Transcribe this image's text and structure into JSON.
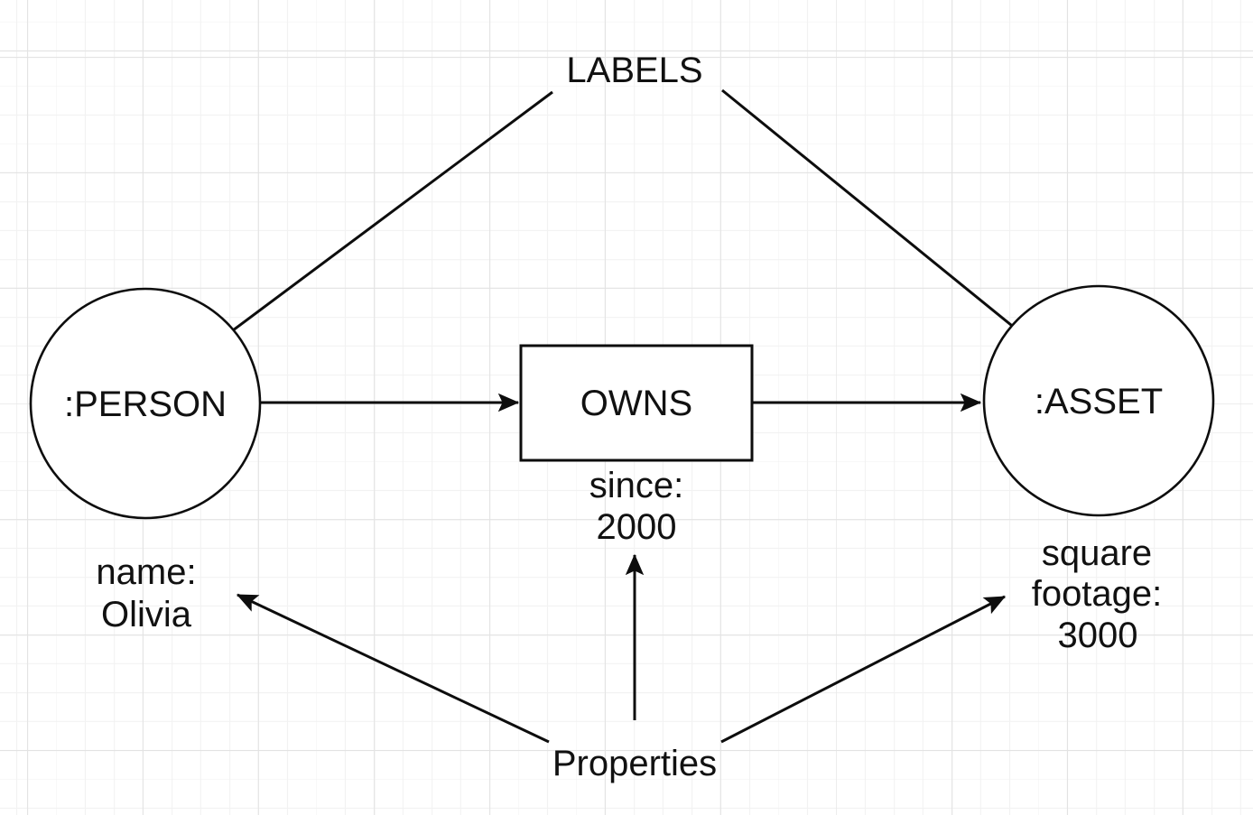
{
  "canvas": {
    "background_color": "#ffffff",
    "grid_minor_color": "#f2f2f2",
    "grid_major_color": "#e3e3e3",
    "stroke_color": "#0d0d0d"
  },
  "annotations": {
    "labels_title": "LABELS",
    "properties_title": "Properties"
  },
  "nodes": {
    "person": {
      "label": ":PERSON"
    },
    "asset": {
      "label": ":ASSET"
    }
  },
  "edge": {
    "label": "OWNS"
  },
  "properties": {
    "edge": {
      "line1": "since:",
      "line2": "2000"
    },
    "person": {
      "line1": "name:",
      "line2": "Olivia"
    },
    "asset": {
      "line1": "square",
      "line2": "footage:",
      "line3": "3000"
    }
  }
}
